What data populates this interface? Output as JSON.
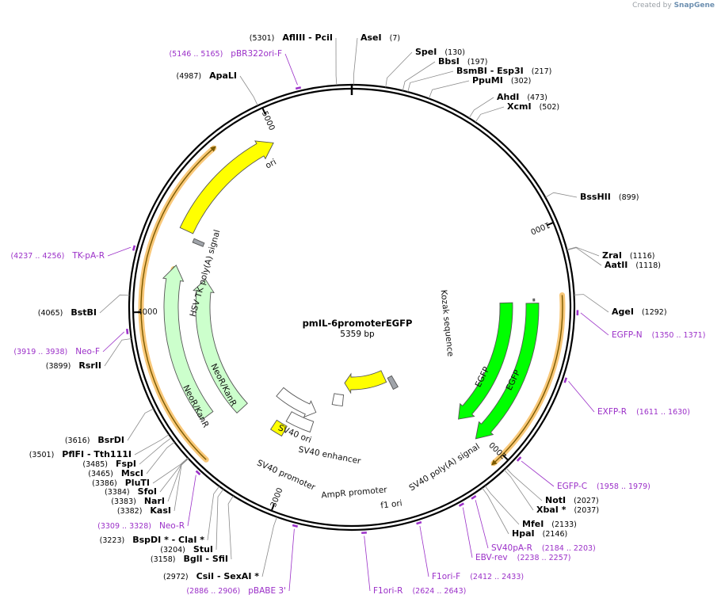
{
  "credit": {
    "prefix": "Created by",
    "brand": "SnapGene"
  },
  "plasmid": {
    "name": "pmIL-6promoterEGFP",
    "size_label": "5359 bp",
    "length": 5359
  },
  "tick_labels": [
    "1000",
    "2000",
    "3000",
    "4000",
    "5000"
  ],
  "sites": [
    {
      "name": "AseI",
      "pos": "(7)",
      "bp": 7,
      "side": "R"
    },
    {
      "name": "SpeI",
      "pos": "(130)",
      "bp": 130,
      "side": "R"
    },
    {
      "name": "BbsI",
      "pos": "(197)",
      "bp": 197,
      "side": "R"
    },
    {
      "name": "BsmBI - Esp3I",
      "pos": "(217)",
      "bp": 217,
      "side": "R"
    },
    {
      "name": "PpuMI",
      "pos": "(302)",
      "bp": 302,
      "side": "R"
    },
    {
      "name": "AhdI",
      "pos": "(473)",
      "bp": 473,
      "side": "R"
    },
    {
      "name": "XcmI",
      "pos": "(502)",
      "bp": 502,
      "side": "R"
    },
    {
      "name": "BssHII",
      "pos": "(899)",
      "bp": 899,
      "side": "R"
    },
    {
      "name": "ZraI",
      "pos": "(1116)",
      "bp": 1116,
      "side": "R"
    },
    {
      "name": "AatII",
      "pos": "(1118)",
      "bp": 1118,
      "side": "R"
    },
    {
      "name": "AgeI",
      "pos": "(1292)",
      "bp": 1292,
      "side": "R"
    },
    {
      "name": "NotI",
      "pos": "(2027)",
      "bp": 2027,
      "side": "R"
    },
    {
      "name": "XbaI *",
      "pos": "(2037)",
      "bp": 2037,
      "side": "R"
    },
    {
      "name": "MfeI",
      "pos": "(2133)",
      "bp": 2133,
      "side": "R"
    },
    {
      "name": "HpaI",
      "pos": "(2146)",
      "bp": 2146,
      "side": "R"
    },
    {
      "name": "CsiI - SexAI *",
      "pos": "(2972)",
      "bp": 2972,
      "side": "L"
    },
    {
      "name": "BglI - SfiI",
      "pos": "(3158)",
      "bp": 3158,
      "side": "L"
    },
    {
      "name": "StuI",
      "pos": "(3204)",
      "bp": 3204,
      "side": "L"
    },
    {
      "name": "BspDI * - ClaI *",
      "pos": "(3223)",
      "bp": 3223,
      "side": "L"
    },
    {
      "name": "KasI",
      "pos": "(3382)",
      "bp": 3382,
      "side": "L"
    },
    {
      "name": "NarI",
      "pos": "(3383)",
      "bp": 3383,
      "side": "L"
    },
    {
      "name": "SfoI",
      "pos": "(3384)",
      "bp": 3384,
      "side": "L"
    },
    {
      "name": "PluTI",
      "pos": "(3386)",
      "bp": 3386,
      "side": "L"
    },
    {
      "name": "MscI",
      "pos": "(3465)",
      "bp": 3465,
      "side": "L"
    },
    {
      "name": "FspI",
      "pos": "(3485)",
      "bp": 3485,
      "side": "L"
    },
    {
      "name": "PflFI - Tth111I",
      "pos": "(3501)",
      "bp": 3501,
      "side": "L"
    },
    {
      "name": "BsrDI",
      "pos": "(3616)",
      "bp": 3616,
      "side": "L"
    },
    {
      "name": "RsrII",
      "pos": "(3899)",
      "bp": 3899,
      "side": "L"
    },
    {
      "name": "BstBI",
      "pos": "(4065)",
      "bp": 4065,
      "side": "L"
    },
    {
      "name": "ApaLI",
      "pos": "(4987)",
      "bp": 4987,
      "side": "L"
    },
    {
      "name": "AflIII - PciI",
      "pos": "(5301)",
      "bp": 5301,
      "side": "L"
    }
  ],
  "primers": [
    {
      "name": "EGFP-N",
      "pos": "(1350 .. 1371)",
      "bp": 1360,
      "side": "R"
    },
    {
      "name": "EXFP-R",
      "pos": "(1611 .. 1630)",
      "bp": 1620,
      "side": "R"
    },
    {
      "name": "EGFP-C",
      "pos": "(1958 .. 1979)",
      "bp": 1968,
      "side": "R"
    },
    {
      "name": "SV40pA-R",
      "pos": "(2184 .. 2203)",
      "bp": 2193,
      "side": "R"
    },
    {
      "name": "EBV-rev",
      "pos": "(2238 .. 2257)",
      "bp": 2247,
      "side": "R"
    },
    {
      "name": "F1ori-F",
      "pos": "(2412 .. 2433)",
      "bp": 2422,
      "side": "R"
    },
    {
      "name": "F1ori-R",
      "pos": "(2624 .. 2643)",
      "bp": 2633,
      "side": "R"
    },
    {
      "name": "pBABE 3'",
      "pos": "(2886 .. 2906)",
      "bp": 2896,
      "side": "L"
    },
    {
      "name": "Neo-R",
      "pos": "(3309 .. 3328)",
      "bp": 3318,
      "side": "L"
    },
    {
      "name": "Neo-F",
      "pos": "(3919 .. 3938)",
      "bp": 3928,
      "side": "L"
    },
    {
      "name": "TK-pA-R",
      "pos": "(4237 .. 4256)",
      "bp": 4246,
      "side": "L"
    },
    {
      "name": "pBR322ori-F",
      "pos": "(5146 .. 5165)",
      "bp": 5155,
      "side": "L"
    }
  ],
  "features": [
    {
      "label": "ori",
      "start": 4390,
      "end": 4980,
      "dir": 1,
      "color": "#ffff00"
    },
    {
      "label": "HSV TK poly(A) signal",
      "start": 4370,
      "end": 4350,
      "dir": 0,
      "color": "#a0a4aa"
    },
    {
      "label": "NeoR/KanR",
      "start": 3385,
      "end": 4180,
      "dir": 1,
      "color": "#ccffcc"
    },
    {
      "label": "NeoR/KanR",
      "start": 3470,
      "end": 4220,
      "dir": 1,
      "color": "#ccffcc"
    },
    {
      "label": "SV40 ori",
      "start": 3105,
      "end": 3180,
      "dir": 0,
      "color": "#ffff00"
    },
    {
      "label": "SV40 enhancer",
      "start": 2955,
      "end": 3125,
      "dir": 0,
      "color": "#ffffff"
    },
    {
      "label": "SV40 promoter",
      "start": 2960,
      "end": 3280,
      "dir": -1,
      "color": "#ffffff"
    },
    {
      "label": "AmpR promoter",
      "start": 2760,
      "end": 2850,
      "dir": 0,
      "color": "#ffffff"
    },
    {
      "label": "f1 ori",
      "start": 2310,
      "end": 2760,
      "dir": 1,
      "color": "#ffff00"
    },
    {
      "label": "SV40 poly(A) signal",
      "start": 2230,
      "end": 2280,
      "dir": 0,
      "color": "#a0a4aa"
    },
    {
      "label": "EGFP",
      "start": 1315,
      "end": 2030,
      "dir": 1,
      "color": "#00ff00"
    },
    {
      "label": "EGFP",
      "start": 1320,
      "end": 2035,
      "dir": 1,
      "color": "#00ff00"
    },
    {
      "label": "Kozak sequence",
      "start": 1300,
      "end": 1310,
      "dir": 0,
      "color": "#7a7a7a"
    }
  ],
  "colors": {
    "backbone": "#000000",
    "primer": "#9b30c8",
    "orf_glow": "#f8c26a",
    "orf_line": "#7a5a00",
    "neo_line": "#1f7a1f"
  }
}
